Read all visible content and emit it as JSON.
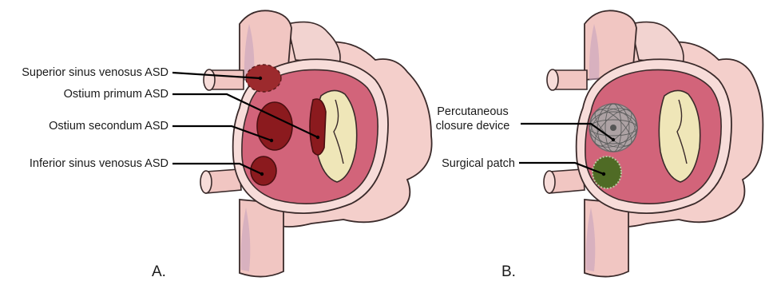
{
  "panels": [
    {
      "letter": "A.",
      "labels": [
        "Superior sinus venosus ASD",
        "Ostium primum ASD",
        "Ostium secondum ASD",
        "Inferior sinus venosus ASD"
      ]
    },
    {
      "letter": "B.",
      "labels": [
        "Percutaneous",
        "closure device",
        "Surgical patch"
      ]
    }
  ],
  "colors": {
    "vessel": "#f1c6c2",
    "vessel_shade": "#c8a3bd",
    "atrium_outer": "#f4cfcb",
    "septum_fill": "#d2647a",
    "defect": "#8b1a1e",
    "fossa": "#efe6b8",
    "patch": "#4f6b25",
    "device": "#8d8d8d",
    "outline": "#3a2a2a"
  }
}
